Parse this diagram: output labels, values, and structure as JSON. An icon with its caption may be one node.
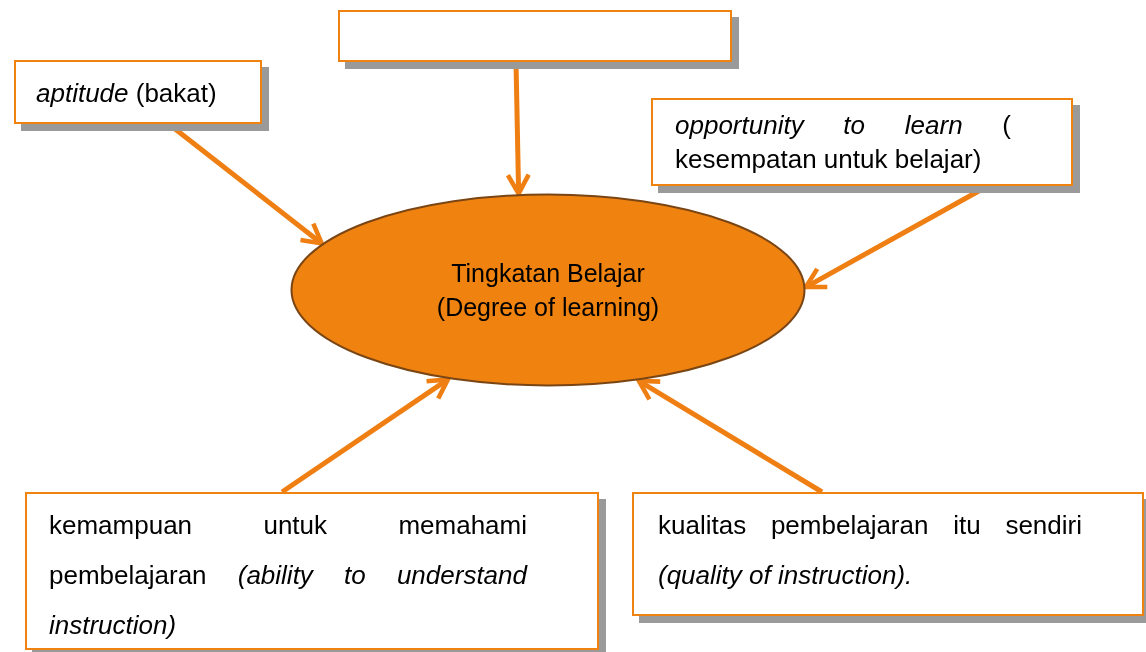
{
  "diagram": {
    "nodes": [
      {
        "text": [
          "*aptitude* (bakat)"
        ]
      },
      {
        "text": [],
        "shape": "box"
      },
      {
        "text": [
          "*opportunity to learn* ( kesempatan untuk belajar)"
        ]
      },
      {
        "text": [
          "Tingkatan Belajar (Degree of learning)"
        ]
      },
      {
        "text": [
          "kemampuan untuk memahami pembelajaran *(ability to understand instruction)*"
        ]
      },
      {
        "text": [
          "kualitas pembelajaran itu sendiri *(quality of instruction).*"
        ]
      }
    ],
    "edges": [
      {
        "from": 0,
        "to": 3,
        "arrow": "to"
      },
      {
        "from": 1,
        "to": 3,
        "arrow": "to"
      },
      {
        "from": 2,
        "to": 3,
        "arrow": "to"
      },
      {
        "from": 4,
        "to": 3,
        "arrow": "to"
      },
      {
        "from": 5,
        "to": 3,
        "arrow": "to"
      }
    ]
  }
}
